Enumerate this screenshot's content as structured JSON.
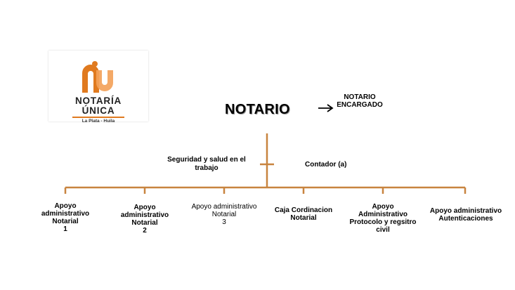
{
  "logo": {
    "word1": "NOTARÍA",
    "word2": "ÚNICA",
    "place": "La Plata - Huila",
    "colors": {
      "primary": "#e07a1f",
      "light": "#f3a25a"
    }
  },
  "top": {
    "title": "NOTARIO",
    "aside": "NOTARIO ENCARGADO"
  },
  "side": {
    "left": "Seguridad y salud en el trabajo",
    "right": "Contador (a)"
  },
  "roles": [
    {
      "label": "Apoyo administrativo Notarial",
      "num": "1"
    },
    {
      "label": "Apoyo administrativo Notarial",
      "num": "2"
    },
    {
      "label": "Apoyo administrativo Notarial",
      "num": "3"
    },
    {
      "label": "Caja Cordinacion Notarial",
      "num": ""
    },
    {
      "label": "Apoyo Administrativo Protocolo y regsitro civil",
      "num": ""
    },
    {
      "label": "Apoyo administrativo Autenticaciones",
      "num": ""
    }
  ],
  "colors": {
    "line": "#c8843f",
    "text": "#000000"
  }
}
